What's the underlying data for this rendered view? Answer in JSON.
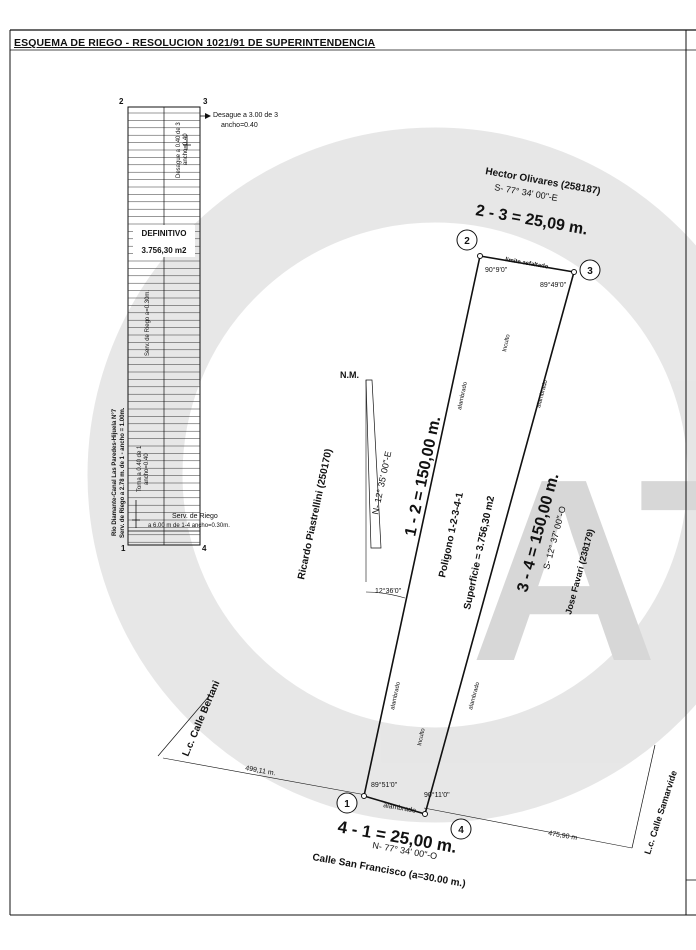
{
  "title": "ESQUEMA DE RIEGO - RESOLUCION 1021/91 DE SUPERINTENDENCIA",
  "schema": {
    "vertices": [
      "1",
      "2",
      "3",
      "4"
    ],
    "desague_top": "Desague a 3.00 de 3",
    "desague_top_width": "ancho=0.40",
    "desague_rot": "Desague a 0.40 de 3",
    "desague_rot_width": "ancho=0.40",
    "definitivo": "DEFINITIVO",
    "area": "3.756,30 m2",
    "serv_riego_mid": "Serv. de Riego a=0.30m.",
    "toma": "Toma a 0.40 de 1",
    "toma_width": "ancho=0.40",
    "serv_riego_bottom_1": "Serv. de Riego",
    "serv_riego_bottom_2": "a 6.00 m de 1-4 ancho=0.30m.",
    "left_caption_1": "Rio Diamante-Canal Las Paredes-Hijuela N°7",
    "left_caption_2": "Serv. de Riego a 2.78 m. de 1 - ancho = 1.00m."
  },
  "plan": {
    "neighbor_top": "Hector Olivares (258187)",
    "bearing_top": "S- 77° 34' 00\"-E",
    "side_2_3": "2 - 3 = 25,09 m.",
    "limite": "limite asfaltado",
    "angle_2": "90°9'0\"",
    "angle_3": "89°49'0\"",
    "north": "N.M.",
    "neighbor_left": "Ricardo Piastrellini (250170)",
    "bearing_left": "N- 12° 35' 00\"-E",
    "side_1_2": "1 - 2 = 150,00 m.",
    "poligono": "Poligono 1-2-3-4-1",
    "superficie": "Superficie = 3.756,30 m2",
    "side_3_4": "3 - 4 = 150,00 m.",
    "bearing_right": "S- 12° 37' 00\"-O",
    "neighbor_right": "Jose Favari (238179)",
    "alambrado": "alambrado",
    "inculto": "Inculto",
    "angle_north": "12°36'0\"",
    "street_left": "L.c. Calle Bertani",
    "dist_left": "499,11 m.",
    "angle_1": "89°51'0\"",
    "angle_4": "90°11'0\"",
    "dist_right": "475,90 m",
    "street_right": "L.c. Calle Samarvide",
    "side_4_1": "4 - 1 = 25,00 m.",
    "bearing_bottom": "N- 77° 34' 00\"-O",
    "street_bottom": "Calle San Francisco (a=30.00 m.)",
    "watermark": "AT"
  }
}
